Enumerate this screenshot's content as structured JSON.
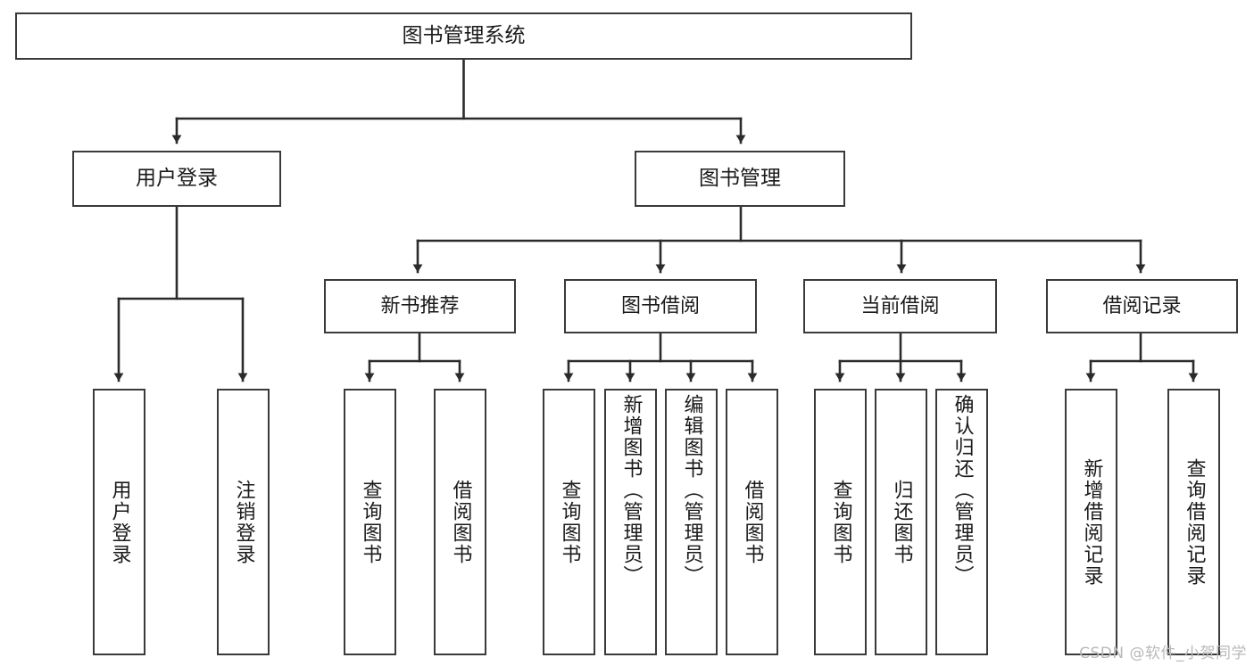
{
  "diagram": {
    "type": "tree",
    "title": "图书管理系统",
    "watermark": "CSDN @软件_小贺同学",
    "colors": {
      "node_border": "#3a3a3a",
      "node_fill": "#ffffff",
      "edge": "#2b2b2b",
      "text": "#1a1a1a",
      "watermark": "#b9b9b9",
      "background": "#ffffff"
    },
    "nodes": {
      "root": {
        "label": "图书管理系统"
      },
      "level1": [
        {
          "id": "user-login",
          "label": "用户登录"
        },
        {
          "id": "book-manage",
          "label": "图书管理"
        }
      ],
      "level2": [
        {
          "id": "new-book-rec",
          "label": "新书推荐"
        },
        {
          "id": "book-borrow",
          "label": "图书借阅"
        },
        {
          "id": "current-borrow",
          "label": "当前借阅"
        },
        {
          "id": "borrow-record",
          "label": "借阅记录"
        }
      ],
      "leaves": [
        {
          "id": "leaf-user-login",
          "label": "用户登录",
          "parent": "user-login"
        },
        {
          "id": "leaf-user-logout",
          "label": "注销登录",
          "parent": "user-login"
        },
        {
          "id": "leaf-query-book-1",
          "label": "查询图书",
          "parent": "new-book-rec"
        },
        {
          "id": "leaf-borrow-book-1",
          "label": "借阅图书",
          "parent": "new-book-rec"
        },
        {
          "id": "leaf-query-book-2",
          "label": "查询图书",
          "parent": "book-borrow"
        },
        {
          "id": "leaf-add-book",
          "label": "新增图书（管理员）",
          "parent": "book-borrow"
        },
        {
          "id": "leaf-edit-book",
          "label": "编辑图书（管理员）",
          "parent": "book-borrow"
        },
        {
          "id": "leaf-borrow-book-2",
          "label": "借阅图书",
          "parent": "book-borrow"
        },
        {
          "id": "leaf-query-book-3",
          "label": "查询图书",
          "parent": "current-borrow"
        },
        {
          "id": "leaf-return-book",
          "label": "归还图书",
          "parent": "current-borrow"
        },
        {
          "id": "leaf-confirm-return",
          "label": "确认归还（管理员）",
          "parent": "current-borrow"
        },
        {
          "id": "leaf-add-record",
          "label": "新增借阅记录",
          "parent": "borrow-record"
        },
        {
          "id": "leaf-query-record",
          "label": "查询借阅记录",
          "parent": "borrow-record"
        }
      ]
    }
  }
}
